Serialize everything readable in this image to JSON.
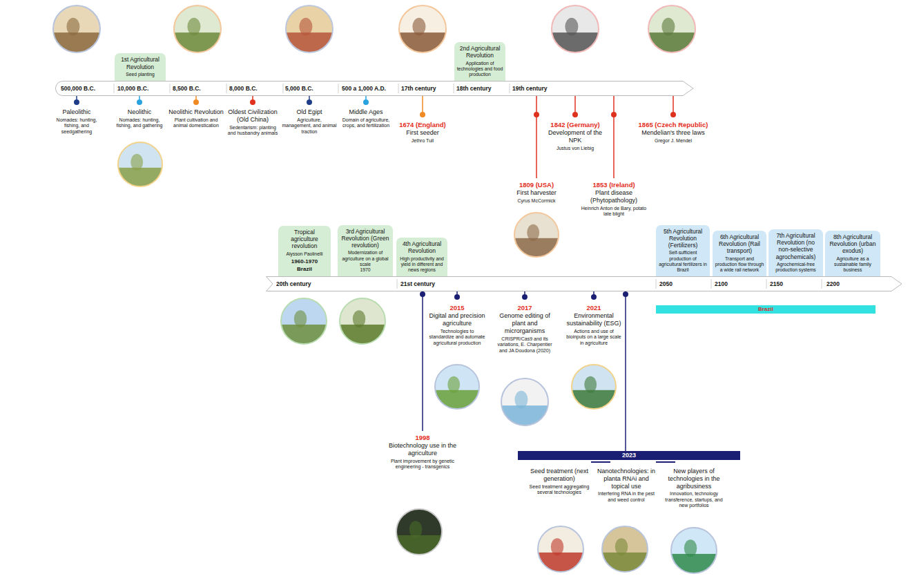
{
  "diagram": {
    "nodes": [
      {
        "text": [
          "1st Agricultural Revolution",
          "Seed planting"
        ]
      },
      {
        "text": [
          "2nd Agricultural Revolution",
          "Application of technologies and food production"
        ]
      },
      {
        "text": [
          "500,000 B.C.",
          "10,000 B.C.",
          "8,500 B.C.",
          "8,000 B.C.",
          "5,000 B.C.",
          "500 a 1,000 A.D.",
          "17th century",
          "18th century",
          "19th century"
        ]
      },
      {
        "text": [
          "Tropical agriculture revolution",
          "Alysson Paolinelli",
          "1960-1970",
          "Brazil"
        ]
      },
      {
        "text": [
          "3rd Agricultural Revolution (Green revolution)",
          "Modernization of agriculture on a global scale",
          "1970"
        ]
      },
      {
        "text": [
          "4th Agricultural Revolution",
          "High productivity and yield in different and news regions"
        ]
      },
      {
        "text": [
          "5th Agricultural Revolution (Fertilizers)",
          "Self-sufficient production of agricultural fertilizers in Brazil"
        ]
      },
      {
        "text": [
          "6th Agricultural Revolution (Rail transport)",
          "Transport and production flow through a wide rail network"
        ]
      },
      {
        "text": [
          "7th Agricultural Revolution (no non-selective agrochemicals)",
          "Agrochemical-free production systems"
        ]
      },
      {
        "text": [
          "8th Agricultural Revolution (urban exodus)",
          "Agriculture as a sustainable family business"
        ]
      },
      {
        "text": [
          "20th century",
          "21st century",
          "2050",
          "2100",
          "2150",
          "2200"
        ]
      },
      {
        "text": [
          "Brazil"
        ]
      },
      {
        "text": [
          "2023"
        ]
      }
    ],
    "edges": [
      {
        "from": 10,
        "to": 12,
        "arrow": "none"
      }
    ],
    "labels": [
      "Paleolithic",
      "Nomades: hunting, fishing, and seedgathering",
      "Neolithic",
      "Nomades: hunting, fishing, and gathering",
      "Neolithic Revolution",
      "Plant cultivation and animal domestication",
      "Oldest Civilization (Old China)",
      "Sedentarism: planting and husbandry animals",
      "Old Egipt",
      "Agriculture, management, and animal traction",
      "Middle Ages",
      "Domain of agriculture, crops, and fertilization",
      "1674 (England)",
      "First seeder",
      "Jethro Tull",
      "1842 (Germany)",
      "Development of the NPK",
      "Justus von Liebig",
      "1865 (Czech Republic)",
      "Mendelian's three laws",
      "Gregor J. Mendel",
      "1809 (USA)",
      "First harvester",
      "Cyrus McCormick",
      "1853 (Ireland)",
      "Plant disease (Phytopathology)",
      "Heinrich Anton de Bary, potato late blight",
      "2015",
      "Digital and precision agriculture",
      "Technologies to standardize and automate agricultural production",
      "2017",
      "Genome editing of plant and microrganisms",
      "CRISPR/Cas9 and its variations, E. Charpentier and JA Doudona (2020)",
      "2021",
      "Environmental sustainability (ESG)",
      "Actions and use of bioinputs on a large scale in agriculture",
      "1998",
      "Biotechnology use in the agriculture",
      "Plant improvement by genetic engineering - transgenics",
      "Seed treatment (next generation)",
      "Seed treatment aggregating several technologies",
      "Nanotechnologies: in planta RNAi and topical use",
      "Interfering RNA in the pest and weed control",
      "New players of technologies in the agribusiness",
      "Innovation, technology transference, startups, and new portfolios"
    ]
  }
}
